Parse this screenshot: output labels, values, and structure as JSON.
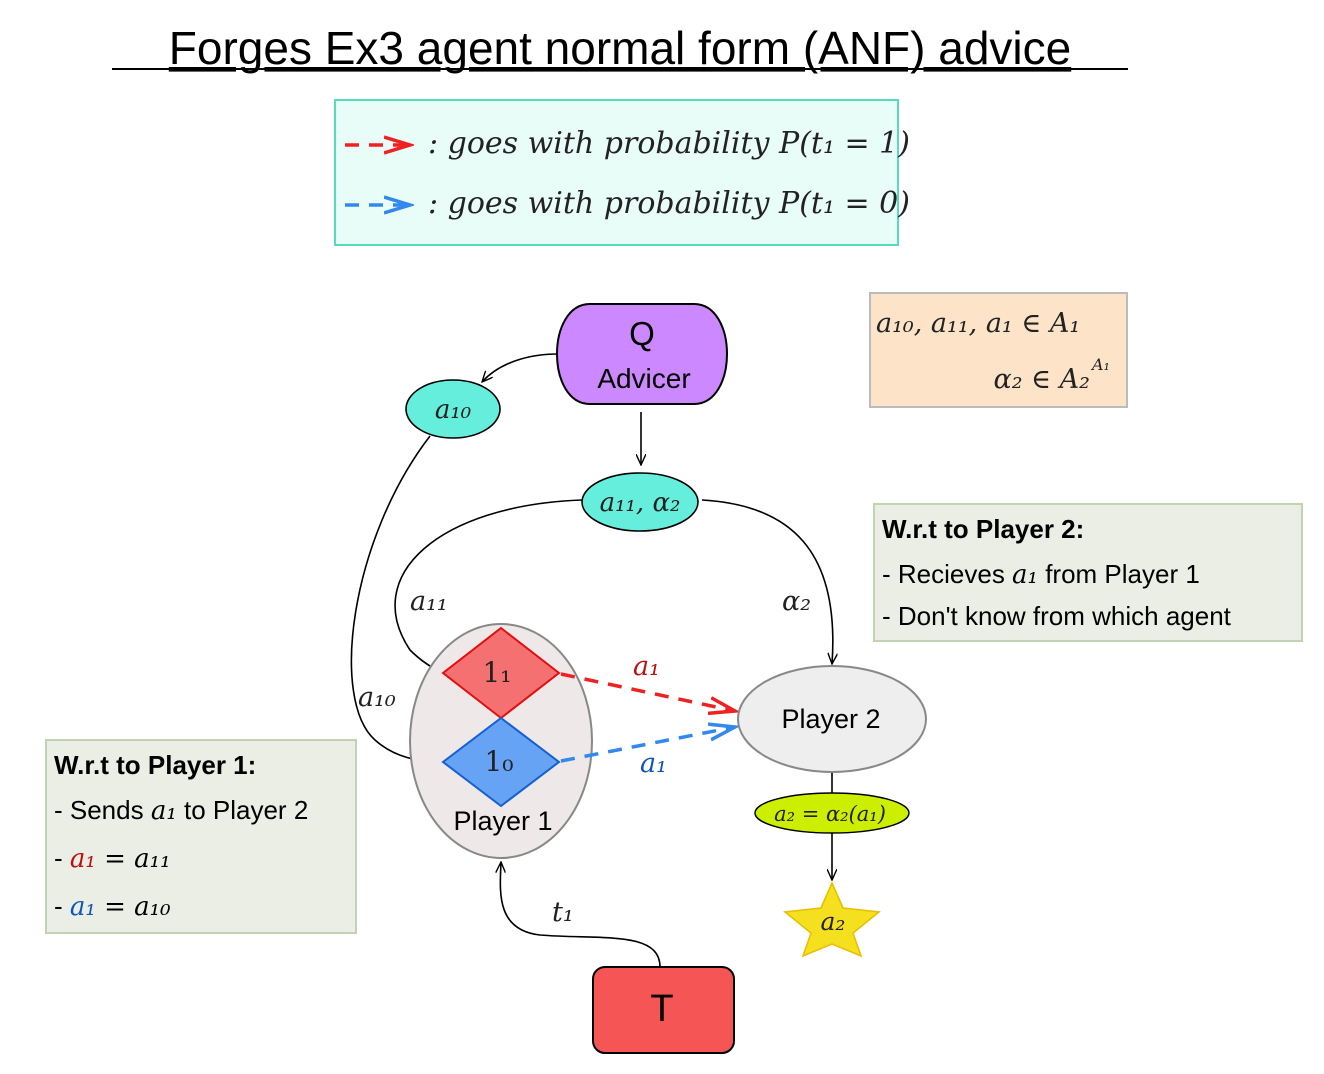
{
  "title": "Forges Ex3 agent normal form (ANF) advice",
  "legend": {
    "red_text": ":  goes with probability P(t₁ = 1)",
    "blue_text": ":  goes with probability P(t₁ = 0)"
  },
  "sets_box": {
    "line1": "a₁₀, a₁₁, a₁ ∈ A₁",
    "line2": "α₂ ∈ A₂",
    "line2_sup": "A₁"
  },
  "nodes": {
    "advicer_symbol": "Q",
    "advicer_label": "Advicer",
    "signal_a10": "a₁₀",
    "signal_a11_alpha2": "a₁₁, α₂",
    "agent_1_1": "1₁",
    "agent_1_0": "1₀",
    "player1_label": "Player 1",
    "player2_label": "Player 2",
    "decision_eq": "a₂ = α₂(a₁)",
    "outcome_star": "a₂",
    "type_node": "T"
  },
  "edge_labels": {
    "a11": "a₁₁",
    "a10": "a₁₀",
    "alpha2": "α₂",
    "a1_red": "a₁",
    "a1_blue": "a₁",
    "t1": "t₁"
  },
  "player1_box": {
    "title": "W.r.t to Player 1:",
    "line1_prefix": "- Sends ",
    "line1_var": "a₁",
    "line1_suffix": " to Player 2",
    "line2_dash": "- ",
    "line2_var": "a₁",
    "line2_eq": " =  a₁₁",
    "line3_dash": "- ",
    "line3_var": "a₁",
    "line3_eq": " =  a₁₀"
  },
  "player2_box": {
    "title": "W.r.t to Player 2:",
    "line1_prefix": "- Recieves ",
    "line1_var": "a₁",
    "line1_suffix": " from Player 1",
    "line2": "- Don't know from which agent"
  },
  "colors": {
    "red_arrow": "#ee2222",
    "blue_arrow": "#3388ee",
    "advicer_fill": "#cc88ff",
    "signal_fill": "#66eedd",
    "agent_red_fill": "#f57070",
    "agent_blue_fill": "#66a3f5",
    "player_fill": "#eeeeee",
    "player1_fill": "#efe8e8",
    "decision_fill": "#ccee00",
    "star_fill": "#f5e020",
    "type_fill": "#f55555",
    "legend_bg": "#e8fcf8",
    "legend_border": "#55ddbb",
    "sets_bg": "#fde4c8",
    "note_bg": "#ebeee4"
  }
}
